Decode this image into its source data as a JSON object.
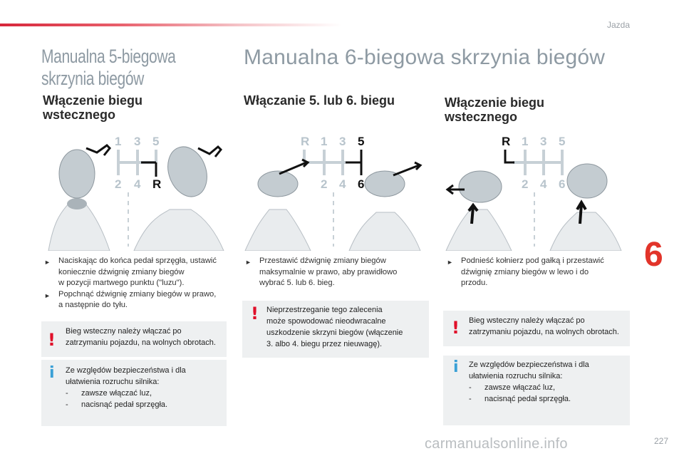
{
  "header": {
    "section": "Jazda"
  },
  "left": {
    "title_line1": "Manualna 5-biegowa",
    "title_line2": "skrzynia biegów",
    "heading_line1": "Włączenie biegu",
    "heading_line2": "wstecznego",
    "gear_labels": [
      "1",
      "3",
      "5",
      "2",
      "4",
      "R"
    ],
    "bullets": [
      [
        "Naciskając do końca pedał sprzęgła, ustawić",
        "koniecznie dźwignię zmiany biegów",
        "w pozycji martwego punktu (\"luzu\")."
      ],
      [
        "Popchnąć dźwignię zmiany biegów w prawo,",
        "a następnie do tyłu."
      ]
    ],
    "warning": [
      "Bieg wsteczny należy włączać po",
      "zatrzymaniu pojazdu, na wolnych obrotach."
    ],
    "info": {
      "lines": [
        "Ze względów bezpieczeństwa i dla",
        "ułatwienia rozruchu silnika:"
      ],
      "items": [
        "zawsze włączać luz,",
        "nacisnąć pedał sprzęgła."
      ]
    }
  },
  "main_title": "Manualna 6-biegowa skrzynia biegów",
  "middle": {
    "heading": "Włączanie 5. lub 6. biegu",
    "gear_labels": [
      "R",
      "1",
      "3",
      "5",
      "2",
      "4",
      "6"
    ],
    "bullets": [
      [
        "Przestawić dźwignię zmiany biegów",
        "maksymalnie w prawo, aby prawidłowo",
        "wybrać 5. lub 6. bieg."
      ]
    ],
    "warning": [
      "Nieprzestrzeganie tego zalecenia",
      "może spowodować nieodwracalne",
      "uszkodzenie skrzyni biegów (włączenie",
      "3. albo 4. biegu przez nieuwagę)."
    ]
  },
  "right": {
    "heading_line1": "Włączenie biegu",
    "heading_line2": "wstecznego",
    "gear_labels": [
      "R",
      "1",
      "3",
      "5",
      "2",
      "4",
      "6"
    ],
    "bullets": [
      [
        "Podnieść kołnierz pod gałką i przestawić",
        "dźwignię zmiany biegów w lewo i do",
        "przodu."
      ]
    ],
    "warning": [
      "Bieg wsteczny należy włączać po",
      "zatrzymaniu pojazdu, na wolnych obrotach."
    ],
    "info": {
      "lines": [
        "Ze względów bezpieczeństwa i dla",
        "ułatwienia rozruchu silnika:"
      ],
      "items": [
        "zawsze włączać luz,",
        "nacisnąć pedał sprzęgła."
      ]
    }
  },
  "chapter_number": "6",
  "page_number": "227",
  "watermark": "carmanualsonline.info",
  "colors": {
    "accent_red": "#e2342a",
    "title_grey": "#8e9aa3",
    "box_bg": "#eef0f1",
    "info_blue": "#3aa0d6",
    "warning_red": "#e0102a"
  }
}
